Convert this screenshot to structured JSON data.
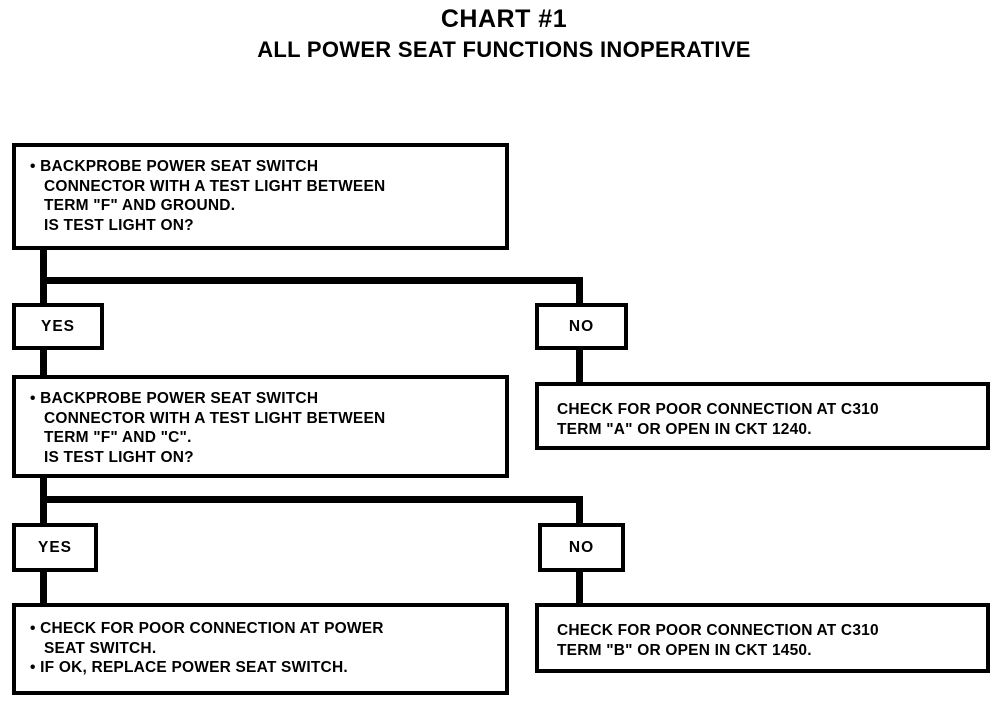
{
  "title": {
    "main": "CHART #1",
    "sub": "ALL POWER SEAT FUNCTIONS INOPERATIVE"
  },
  "nodes": {
    "step1": {
      "id": "step1",
      "type": "statement",
      "lines": [
        "• BACKPROBE POWER SEAT SWITCH\nCONNECTOR WITH A TEST LIGHT BETWEEN\nTERM \"F\" AND GROUND.\nIS TEST LIGHT ON?"
      ]
    },
    "step1_yes": {
      "id": "step1-yes",
      "type": "branch",
      "label": "YES"
    },
    "step1_no": {
      "id": "step1-no",
      "type": "branch",
      "label": "NO"
    },
    "step1_no_result": {
      "id": "step1-no-result",
      "type": "result",
      "lines": [
        "CHECK FOR POOR CONNECTION AT C310\nTERM \"A\" OR OPEN IN CKT 1240."
      ]
    },
    "step2": {
      "id": "step2",
      "type": "statement",
      "lines": [
        "• BACKPROBE POWER SEAT SWITCH\nCONNECTOR WITH A TEST LIGHT BETWEEN\nTERM \"F\" AND \"C\".\nIS TEST LIGHT ON?"
      ]
    },
    "step2_yes": {
      "id": "step2-yes",
      "type": "branch",
      "label": "YES"
    },
    "step2_no": {
      "id": "step2-no",
      "type": "branch",
      "label": "NO"
    },
    "step2_yes_result": {
      "id": "step2-yes-result",
      "type": "result",
      "line1": "• CHECK FOR POOR CONNECTION AT POWER\nSEAT SWITCH.",
      "line2": "• IF OK, REPLACE POWER SEAT SWITCH."
    },
    "step2_no_result": {
      "id": "step2-no-result",
      "type": "result",
      "lines": [
        "CHECK FOR POOR CONNECTION AT C310\nTERM \"B\" OR OPEN IN CKT 1450."
      ]
    }
  },
  "colors": {
    "ink": "#000000",
    "paper": "#ffffff"
  }
}
